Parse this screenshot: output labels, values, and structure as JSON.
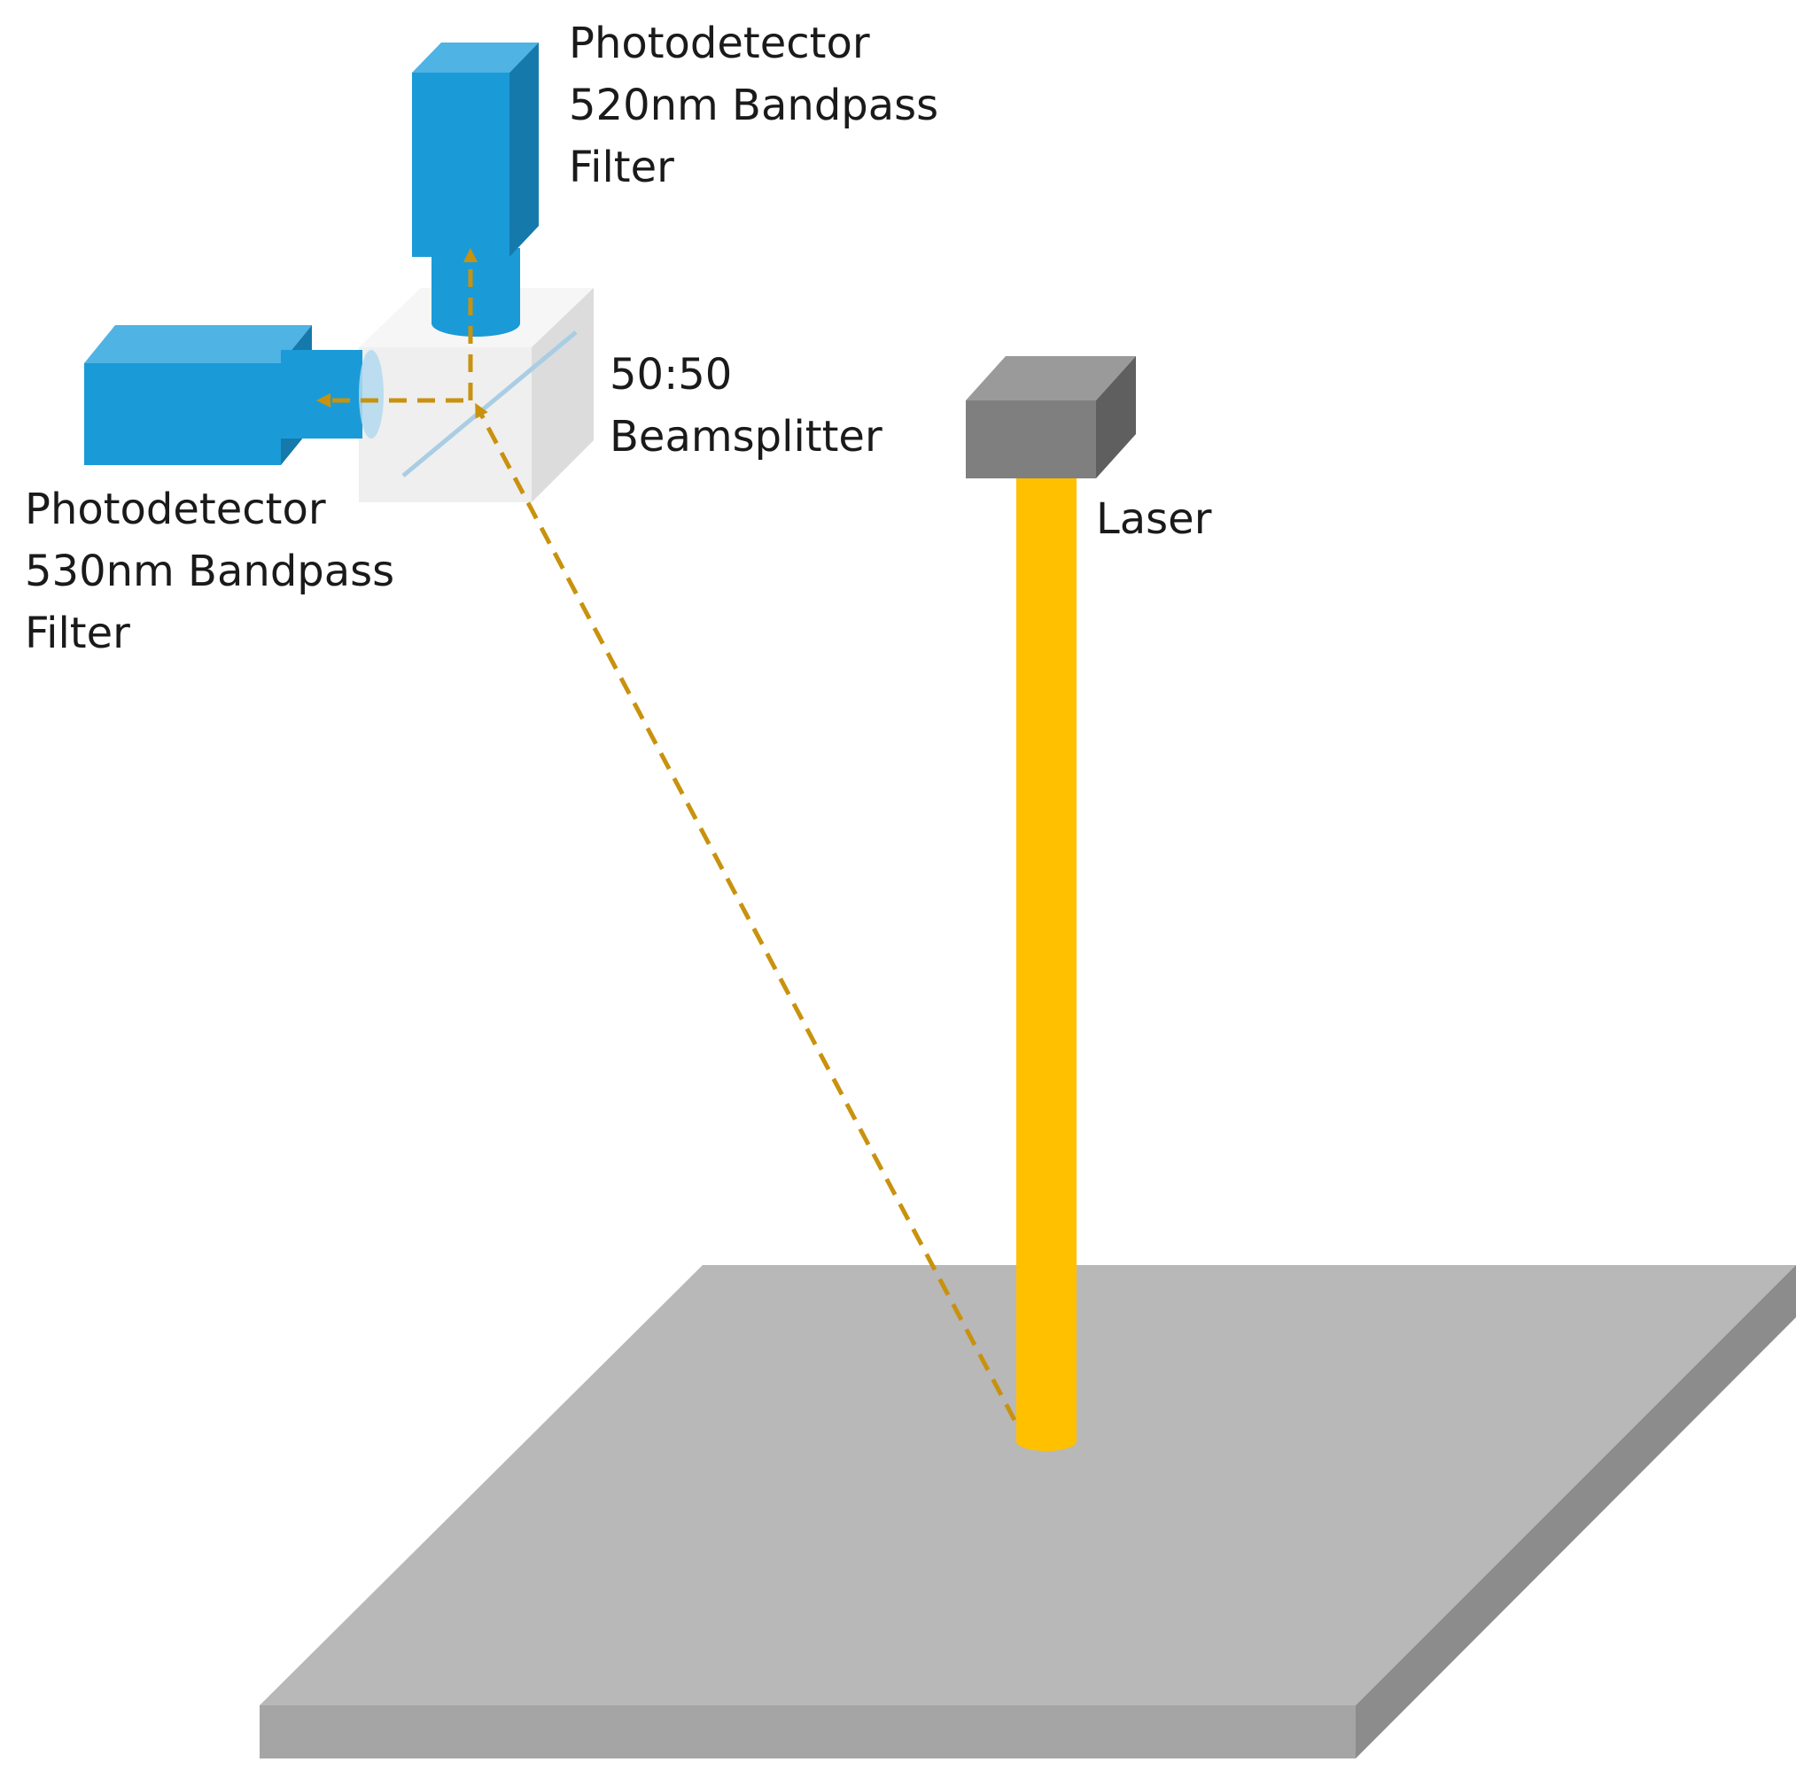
{
  "labels": {
    "detector_top": [
      "Photodetector",
      "520nm Bandpass",
      "Filter"
    ],
    "detector_left": [
      "Photodetector",
      "530nm Bandpass",
      "Filter"
    ],
    "beamsplitter": [
      "50:50",
      "Beamsplitter"
    ],
    "laser": "Laser"
  },
  "colors": {
    "detector_front": "#1a9bd7",
    "detector_side": "#157aab",
    "detector_top": "#4fb3e4",
    "beam": "#ffc000",
    "scatter_path": "#c9920e",
    "laser_front": "#7f7f7f",
    "laser_top": "#9a9a9a",
    "laser_side": "#5f5f5f",
    "plate_top": "#b8b8b8",
    "plate_front": "#a5a5a5",
    "plate_side": "#8c8c8c",
    "splitter_front": "#efefef",
    "splitter_side": "#dcdcdc",
    "splitter_top": "#f6f6f6",
    "splitter_mirror": "#a9cde4"
  }
}
